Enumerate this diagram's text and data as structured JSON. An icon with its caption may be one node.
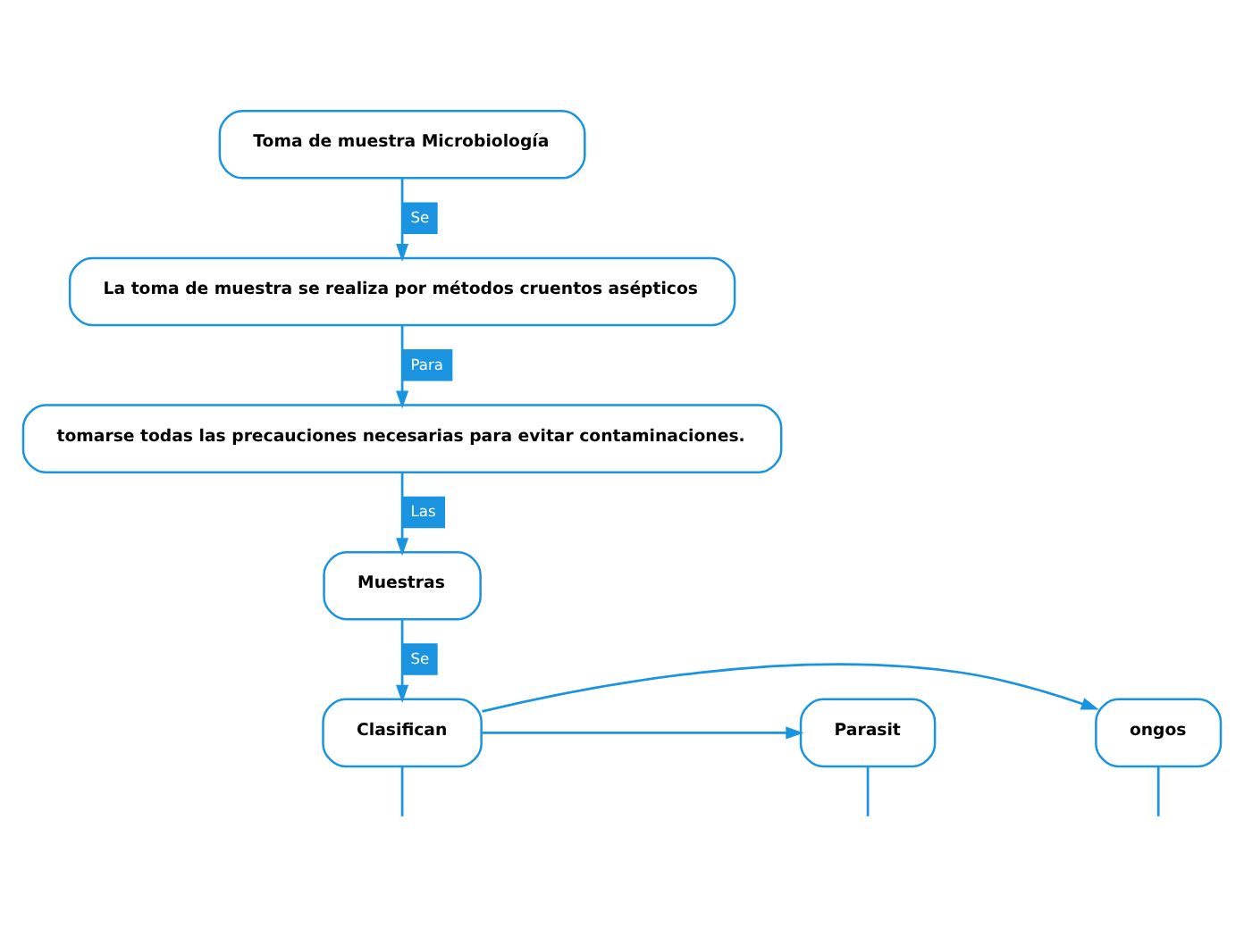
{
  "diagram": {
    "nodes": [
      {
        "text": [
          "Toma de muestra Microbiología"
        ]
      },
      {
        "text": [
          "La toma de muestra se realiza por métodos cruentos asépticos"
        ]
      },
      {
        "text": [
          "tomarse todas las precauciones necesarias para evitar contaminaciones."
        ]
      },
      {
        "text": [
          "Muestras"
        ]
      },
      {
        "text": [
          "Clasifican"
        ]
      },
      {
        "text": [
          "ongos"
        ]
      },
      {
        "text": [
          "Parasit"
        ]
      }
    ],
    "edges": [
      {
        "from": 0,
        "to": 1,
        "arrow": "to",
        "label": "Se"
      },
      {
        "from": 1,
        "to": 2,
        "arrow": "to",
        "label": "Para"
      },
      {
        "from": 2,
        "to": 3,
        "arrow": "to",
        "label": "Las"
      },
      {
        "from": 3,
        "to": 4,
        "arrow": "to",
        "label": "Se"
      },
      {
        "from": 4,
        "to": 5,
        "arrow": "to"
      },
      {
        "from": 4,
        "to": 6,
        "arrow": "to"
      },
      {
        "from": 4,
        "to": null,
        "arrow": "none"
      },
      {
        "from": 5,
        "to": null,
        "arrow": "none"
      },
      {
        "from": 6,
        "to": null,
        "arrow": "none"
      }
    ]
  }
}
